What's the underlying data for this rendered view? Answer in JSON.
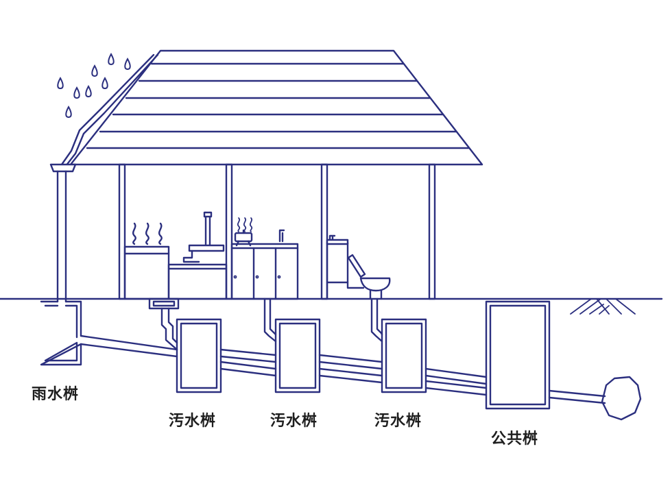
{
  "colors": {
    "line": "#2b2f7f",
    "text": "#1e1e1e",
    "background": "#ffffff"
  },
  "labels": {
    "rainwater_basin": "雨水桝",
    "sewage_basin_1": "汚水桝",
    "sewage_basin_2": "汚水桝",
    "sewage_basin_3": "汚水桝",
    "public_basin": "公共桝"
  }
}
